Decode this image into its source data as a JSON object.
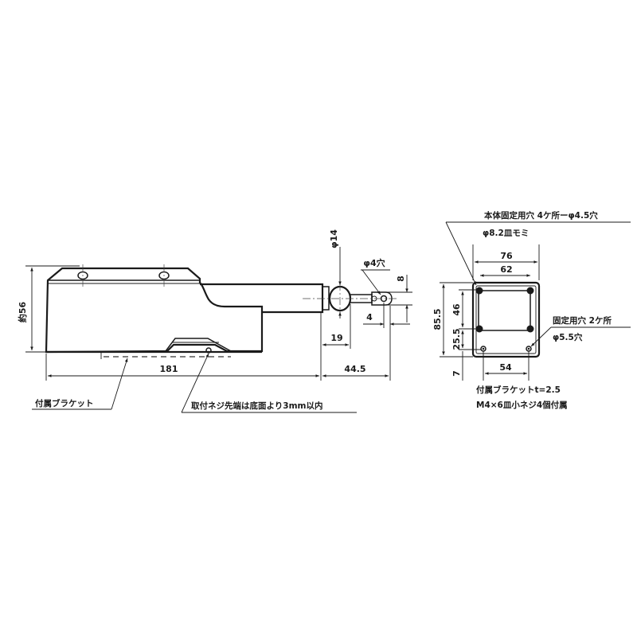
{
  "drawing": {
    "side_view": {
      "dim_height": "約56",
      "dim_overall_length": "181",
      "dim_plunger_extension": "44.5",
      "dim_ball_width": "19",
      "dim_ball_diameter": "φ14",
      "dim_tip_hole": "φ4穴",
      "dim_tip_height": "8",
      "dim_tip_offset": "4",
      "label_bracket": "付属ブラケット",
      "label_screw_note": "取付ネジ先端は底面より3mm以内"
    },
    "bracket_view": {
      "label_body_holes": "本体固定用穴 4ケ所ーφ4.5穴",
      "label_countersink": "φ8.2皿モミ",
      "dim_outer_width": "76",
      "dim_hole_pitch_width": "62",
      "dim_total_height": "85.5",
      "dim_upper_pitch": "46",
      "dim_lower_pitch": "25.5",
      "dim_bottom_offset": "7",
      "dim_fix_hole_pitch": "54",
      "label_fix_holes": "固定用穴 2ケ所",
      "label_fix_hole_dia": "φ5.5穴",
      "label_bracket_thickness": "付属ブラケットt=2.5",
      "label_screws": "M4×6皿小ネジ4個付属"
    }
  }
}
